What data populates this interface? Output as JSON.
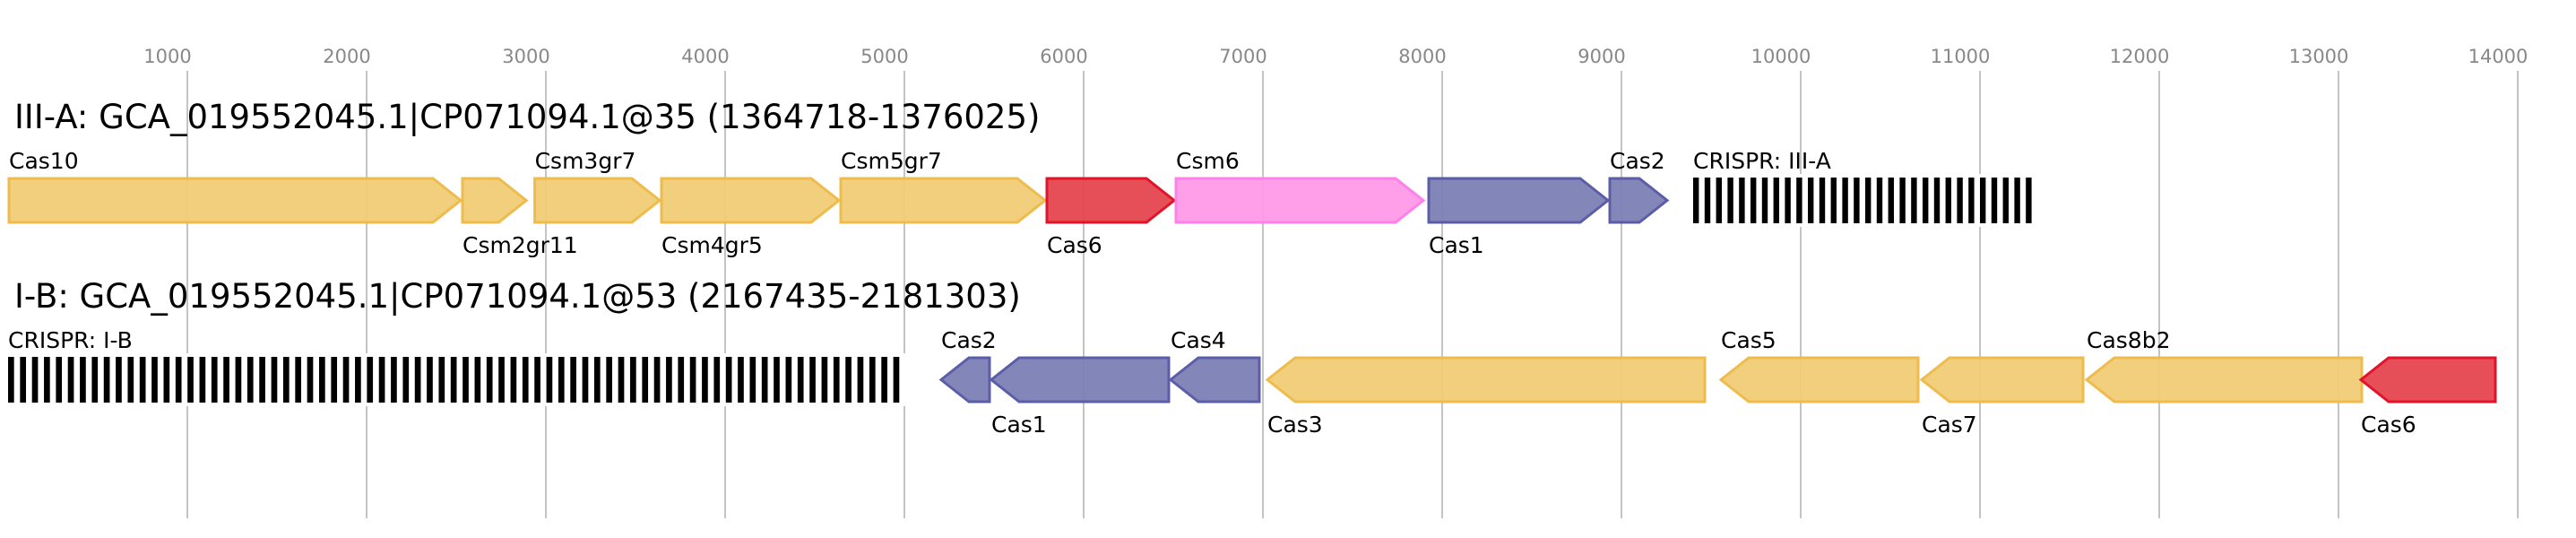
{
  "chart_data": {
    "type": "gene-diagram",
    "x_ticks": [
      1000,
      2000,
      3000,
      4000,
      5000,
      6000,
      7000,
      8000,
      9000,
      10000,
      11000,
      12000,
      13000,
      14000
    ],
    "xlim": [
      0,
      14000
    ],
    "grid": true,
    "colors": {
      "yellow": {
        "fill": "#f1cc76",
        "stroke": "#eebb4d"
      },
      "red": {
        "fill": "#e5444f",
        "stroke": "#e0142a"
      },
      "pink": {
        "fill": "#ff99e8",
        "stroke": "#ff80e6"
      },
      "blue": {
        "fill": "#7c7fb5",
        "stroke": "#5b5ea6"
      }
    },
    "loci": [
      {
        "title": "III-A: GCA_019552045.1|CP071094.1@35 (1364718-1376025)",
        "genes": [
          {
            "name": "Cas10",
            "start": 0,
            "end": 2530,
            "strand": "+",
            "color": "yellow"
          },
          {
            "name": "Csm2gr11",
            "start": 2530,
            "end": 2896,
            "strand": "+",
            "color": "yellow"
          },
          {
            "name": "Csm3gr7",
            "start": 2933,
            "end": 3640,
            "strand": "+",
            "color": "yellow"
          },
          {
            "name": "Csm4gr5",
            "start": 3640,
            "end": 4640,
            "strand": "+",
            "color": "yellow"
          },
          {
            "name": "Csm5gr7",
            "start": 4640,
            "end": 5790,
            "strand": "+",
            "color": "yellow"
          },
          {
            "name": "Cas6",
            "start": 5790,
            "end": 6510,
            "strand": "+",
            "color": "red"
          },
          {
            "name": "Csm6",
            "start": 6510,
            "end": 7900,
            "strand": "+",
            "color": "pink"
          },
          {
            "name": "Cas1",
            "start": 7920,
            "end": 8930,
            "strand": "+",
            "color": "blue"
          },
          {
            "name": "Cas2",
            "start": 8930,
            "end": 9260,
            "strand": "+",
            "color": "blue"
          }
        ],
        "crispr": {
          "name": "CRISPR: III-A",
          "start": 9400,
          "end": 11320,
          "repeats": 30
        }
      },
      {
        "title": "I-B: GCA_019552045.1|CP071094.1@53 (2167435-2181303)",
        "genes": [
          {
            "name": "Cas2",
            "start": 5200,
            "end": 5480,
            "strand": "-",
            "color": "blue"
          },
          {
            "name": "Cas1",
            "start": 5480,
            "end": 6480,
            "strand": "-",
            "color": "blue"
          },
          {
            "name": "Cas4",
            "start": 6480,
            "end": 6985,
            "strand": "-",
            "color": "blue"
          },
          {
            "name": "Cas3",
            "start": 7020,
            "end": 9470,
            "strand": "-",
            "color": "yellow"
          },
          {
            "name": "Cas5",
            "start": 9550,
            "end": 10660,
            "strand": "-",
            "color": "yellow"
          },
          {
            "name": "Cas7",
            "start": 10670,
            "end": 11580,
            "strand": "-",
            "color": "yellow"
          },
          {
            "name": "Cas8b2",
            "start": 11590,
            "end": 13135,
            "strand": "-",
            "color": "yellow"
          },
          {
            "name": "Cas6",
            "start": 13120,
            "end": 13880,
            "strand": "-",
            "color": "red"
          }
        ],
        "crispr": {
          "name": "CRISPR: I-B",
          "start": 0,
          "end": 5005,
          "repeats": 75
        }
      }
    ]
  }
}
